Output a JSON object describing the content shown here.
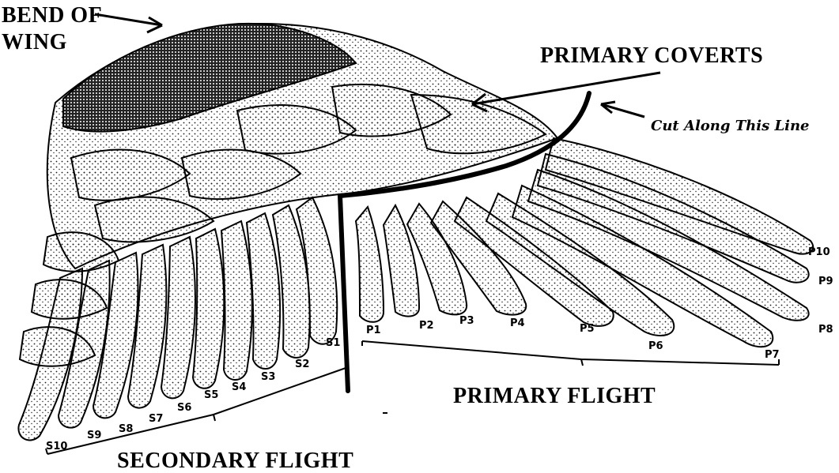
{
  "labels": {
    "bend_of_wing_line1": "BEND OF",
    "bend_of_wing_line2": "WING",
    "primary_coverts": "PRIMARY COVERTS",
    "cut_line": "Cut Along This Line",
    "primary_flight": "PRIMARY FLIGHT",
    "secondary_flight": "SECONDARY FLIGHT"
  },
  "primaries": [
    "P1",
    "P2",
    "P3",
    "P4",
    "P5",
    "P6",
    "P7",
    "P8",
    "P9",
    "P10"
  ],
  "secondaries": [
    "S1",
    "S2",
    "S3",
    "S4",
    "S5",
    "S6",
    "S7",
    "S8",
    "S9",
    "S10"
  ],
  "colors": {
    "ink": "#000000",
    "paper": "#ffffff",
    "stipple": "#1a1a1a"
  }
}
